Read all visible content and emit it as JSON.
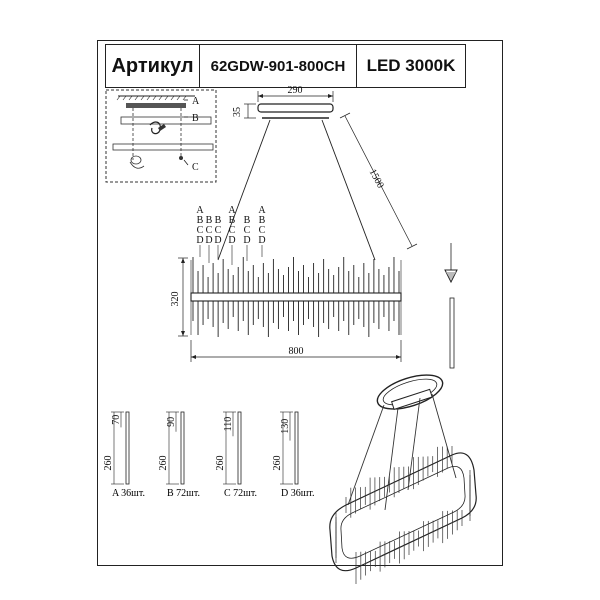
{
  "header": {
    "article_label": "Артикул",
    "article_value": "62GDW-901-800CH",
    "light_spec": "LED 3000K"
  },
  "inset": {
    "letters": [
      "A",
      "B",
      "C"
    ]
  },
  "dimensions": {
    "canopy_width": "290",
    "canopy_height": "35",
    "cable_length": "1500",
    "body_height": "320",
    "body_length": "800"
  },
  "crystal_position_letters": [
    [
      "A",
      "B",
      "C",
      "D"
    ],
    [
      "B",
      "C",
      "D"
    ],
    [
      "B",
      "C",
      "D"
    ],
    [
      "A",
      "B",
      "C",
      "D"
    ],
    [
      "B",
      "C",
      "D"
    ],
    [
      "A",
      "B",
      "C",
      "D"
    ]
  ],
  "crystals": [
    {
      "code": "A",
      "caption": "A 36шт.",
      "total": "260",
      "top": "70"
    },
    {
      "code": "B",
      "caption": "B 72шт.",
      "total": "260",
      "top": "90"
    },
    {
      "code": "C",
      "caption": "C 72шт.",
      "total": "260",
      "top": "110"
    },
    {
      "code": "D",
      "caption": "D 36шт.",
      "total": "260",
      "top": "130"
    }
  ]
}
